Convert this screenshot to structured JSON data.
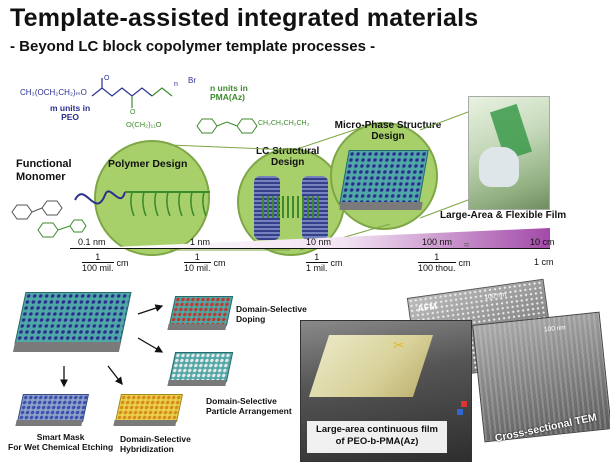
{
  "header": {
    "title": "Template-assisted integrated materials",
    "subtitle": "- Beyond LC block copolymer template processes -"
  },
  "chemistry": {
    "formula_top": "CH₃(OCH₂CH₂)ₘO",
    "br_label": "Br",
    "m_units_line1": "m units in",
    "m_units_line2": "PEO",
    "n_units_line1": "n units in",
    "n_units_line2": "PMA(Az)",
    "side_chain": "O(CH₂)₁₁O",
    "tail": "CH₂CH₂CH₂CH₃"
  },
  "labels": {
    "functional_monomer_line1": "Functional",
    "functional_monomer_line2": "Monomer",
    "polymer_design": "Polymer Design",
    "lc_structural_line1": "LC Structural",
    "lc_structural_line2": "Design",
    "micro_phase_line1": "Micro-Phase Structure",
    "micro_phase_line2": "Design",
    "large_area_flexible": "Large-Area & Flexible Film"
  },
  "scale": {
    "top": [
      "0.1 nm",
      "1 nm",
      "10 nm",
      "100 nm",
      "10 cm"
    ],
    "fractions": [
      {
        "num": "1",
        "den": "100 mil.",
        "unit": "cm"
      },
      {
        "num": "1",
        "den": "10 mil.",
        "unit": "cm"
      },
      {
        "num": "1",
        "den": "1 mil.",
        "unit": "cm"
      },
      {
        "num": "1",
        "den": "100 thou.",
        "unit": "cm"
      }
    ],
    "last": "1 cm",
    "colors": {
      "start": "#ffffff",
      "end": "#a24aa8"
    }
  },
  "applications": {
    "doping_line1": "Domain-Selective",
    "doping_line2": "Doping",
    "particle_line1": "Domain-Selective",
    "particle_line2": "Particle Arrangement",
    "smart_mask_line1": "Smart Mask",
    "smart_mask_line2": "For Wet Chemical Etching",
    "hybrid_line1": "Domain-Selective",
    "hybrid_line2": "Hybridization"
  },
  "photos": {
    "film_caption_line1": "Large-area continuous film",
    "film_caption_line2": "of PEO-b-PMA(Az)",
    "afm": "AFM",
    "scale_bar_1": "100 nm",
    "scale_bar_2": "100 nm",
    "tem": "Cross-sectional TEM"
  },
  "colors": {
    "circle_green": "#a7cf6a",
    "lc_blue": "#2a2f8e",
    "chem_green": "#3d8a2e",
    "scale_purple": "#a24aa8"
  }
}
